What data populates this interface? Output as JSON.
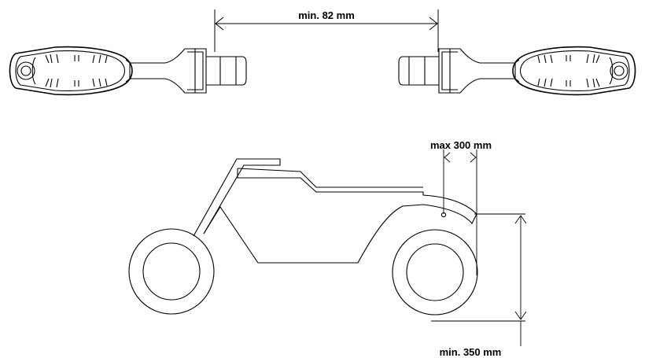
{
  "dimensions": {
    "indicator_spacing": "min. 82 mm",
    "rear_offset": "max 300 mm",
    "mount_height": "min. 350 mm"
  },
  "colors": {
    "line": "#000000",
    "background": "#ffffff"
  }
}
